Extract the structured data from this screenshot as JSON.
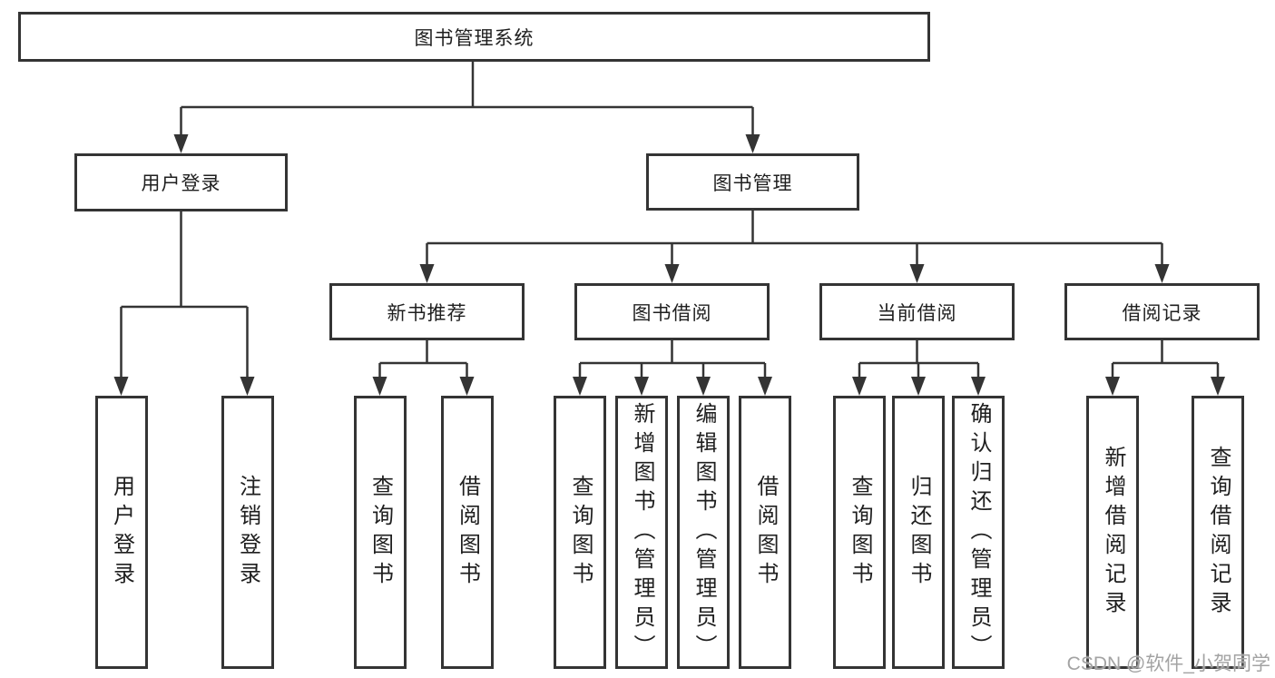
{
  "diagram": {
    "title": "图书管理系统",
    "watermark": "CSDN @软件_小贺同学",
    "branches": [
      {
        "label": "用户登录",
        "children": [
          {
            "label": "用户登录"
          },
          {
            "label": "注销登录"
          }
        ]
      },
      {
        "label": "图书管理",
        "children": [
          {
            "label": "新书推荐",
            "children": [
              {
                "label": "查询图书"
              },
              {
                "label": "借阅图书"
              }
            ]
          },
          {
            "label": "图书借阅",
            "children": [
              {
                "label": "查询图书"
              },
              {
                "label": "新增图书（管理员）"
              },
              {
                "label": "编辑图书（管理员）"
              },
              {
                "label": "借阅图书"
              }
            ]
          },
          {
            "label": "当前借阅",
            "children": [
              {
                "label": "查询图书"
              },
              {
                "label": "归还图书"
              },
              {
                "label": "确认归还（管理员）"
              }
            ]
          },
          {
            "label": "借阅记录",
            "children": [
              {
                "label": "新增借阅记录"
              },
              {
                "label": "查询借阅记录"
              }
            ]
          }
        ]
      }
    ]
  }
}
